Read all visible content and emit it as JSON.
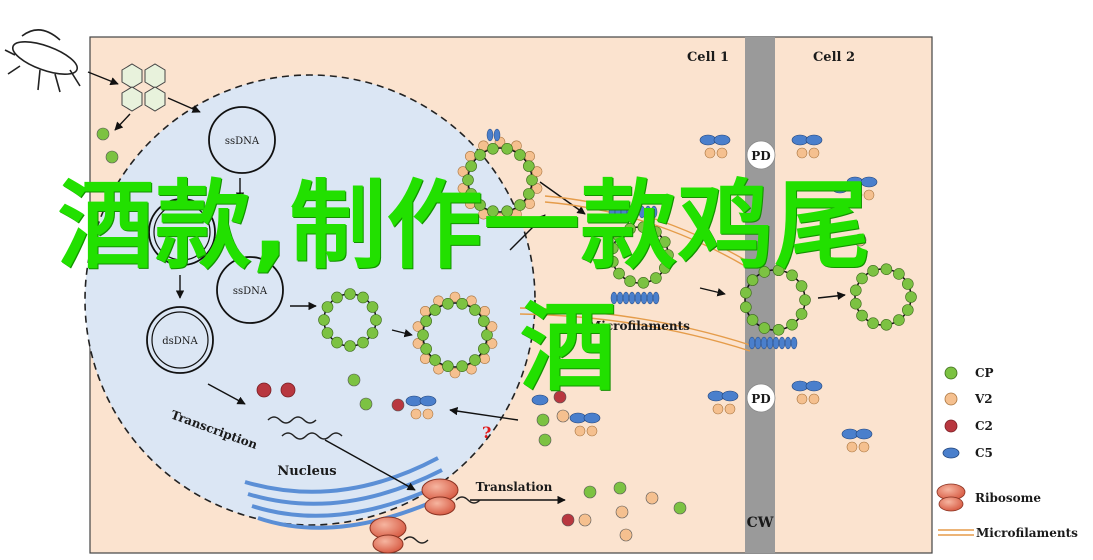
{
  "labels": {
    "cell1": "Cell 1",
    "cell2": "Cell 2",
    "ssdna_top": "ssDNA",
    "dsdna_mid": "dsDNA",
    "ssdna_mid": "ssDNA",
    "dsdna_low": "dsDNA",
    "pd_top": "PD",
    "pd_bottom": "PD",
    "microfilaments": "Microfilaments",
    "transcription": "Transcription",
    "nucleus": "Nucleus",
    "translation": "Translation",
    "cw": "CW",
    "question": "?"
  },
  "legend": [
    {
      "label": "CP",
      "color": "#7cc242",
      "icon": "green-circle-icon"
    },
    {
      "label": "V2",
      "color": "#f5c08f",
      "icon": "peach-circle-icon"
    },
    {
      "label": "C2",
      "color": "#b8373f",
      "icon": "red-circle-icon"
    },
    {
      "label": "C5",
      "color": "#4a7fcc",
      "icon": "blue-ellipse-icon"
    },
    {
      "label": "Ribosome",
      "color": "#e57a5f",
      "icon": "ribosome-icon"
    },
    {
      "label": "Microfilaments",
      "color": "#e59c4a",
      "icon": "microfilament-icon"
    }
  ],
  "colors": {
    "cell_bg": "#fbe3cf",
    "nucleus_fill": "#dbe6f4",
    "cell_wall": "#999999",
    "er_blue": "#5b8fd6"
  },
  "watermark": {
    "line1": "酒款,制作一款鸡尾",
    "line2": "酒"
  }
}
